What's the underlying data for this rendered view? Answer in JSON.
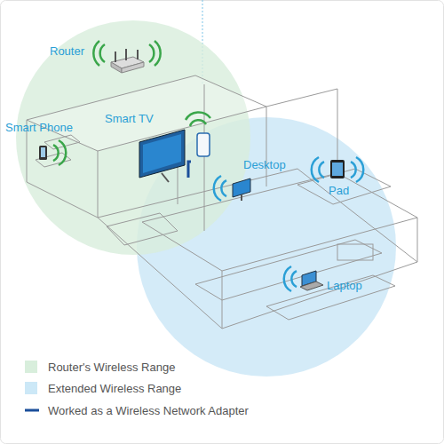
{
  "diagram": {
    "labels": [
      "Router",
      "Smart Phone",
      "Smart TV",
      "Desktop",
      "Pad",
      "Laptop"
    ],
    "legend": [
      {
        "text": "Router's Wireless Range",
        "color": "#d8eedc"
      },
      {
        "text": "Extended Wireless Range",
        "color": "#cce8f7"
      },
      {
        "text": "Worked as a Wireless Network Adapter"
      }
    ]
  }
}
